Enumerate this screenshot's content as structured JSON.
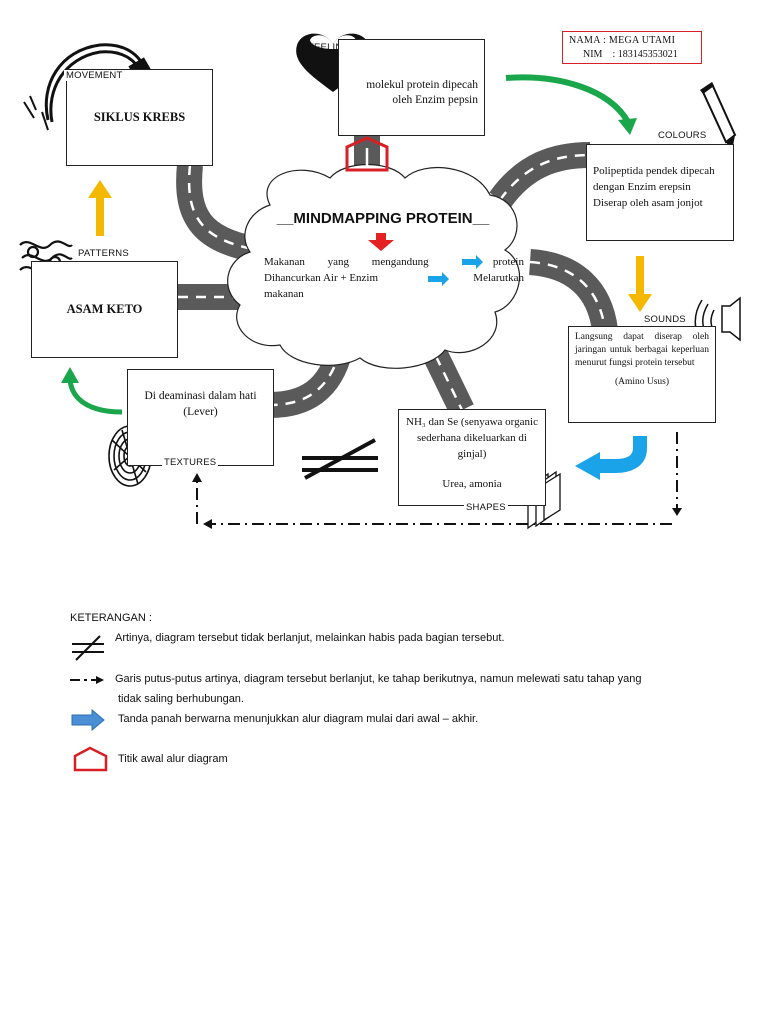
{
  "title": "__MINDMAPPING PROTEIN__",
  "identity": {
    "nama": "NAMA : MEGA UTAMI",
    "nim": "NIM    : 183145353021"
  },
  "labels": {
    "feelings": "FEELINGS",
    "movement": "MOVEMENT",
    "colours": "COLOURS",
    "patterns": "PATTERNS",
    "sounds": "SOUNDS",
    "textures": "TEXTURES",
    "shapes": "SHAPES"
  },
  "nodes": {
    "pepsin": "molekul protein dipecah oleh Enzim pepsin",
    "krebs": "SIKLUS KREBS",
    "polipeptida_a": "Polipeptida pendek dipecah dengan Enzim erepsin",
    "polipeptida_b": "Diserap oleh asam jonjot",
    "asam_keto": "ASAM KETO",
    "center_1a": "Makanan yang mengandung",
    "center_1b": "protein",
    "center_2a": "Dihancurkan Air + Enzim",
    "center_2b": "Melarutkan",
    "center_3": "makanan",
    "langsung": "Langsung dapat diserap oleh jaringan untuk berbagai keperluan menurut fungsi protein tersebut",
    "amino": "(Amino Usus)",
    "deaminasi": "Di deaminasi dalam hati (Lever)",
    "nh3": "NH₃ dan Se (senyawa organic sederhana dikeluarkan di ginjal)",
    "urea": "Urea, amonia"
  },
  "legend": {
    "heading": "KETERANGAN :",
    "item1": "Artinya, diagram tersebut tidak berlanjut, melainkan habis pada bagian tersebut.",
    "item2a": "Garis putus-putus artinya, diagram tersebut berlanjut, ke tahap berikutnya, namun melewati satu tahap yang",
    "item2b": "tidak saling berhubungan.",
    "item3": "Tanda panah berwarna menunjukkan alur diagram mulai dari awal – akhir.",
    "item4": "Titik awal alur diagram"
  },
  "colors": {
    "arrow_green": "#1aa64a",
    "arrow_yellow": "#f5b800",
    "arrow_blue": "#1aa3e8",
    "arrow_red": "#e52222",
    "road": "#5a5a5a",
    "stamp_red": "#d81f26"
  }
}
